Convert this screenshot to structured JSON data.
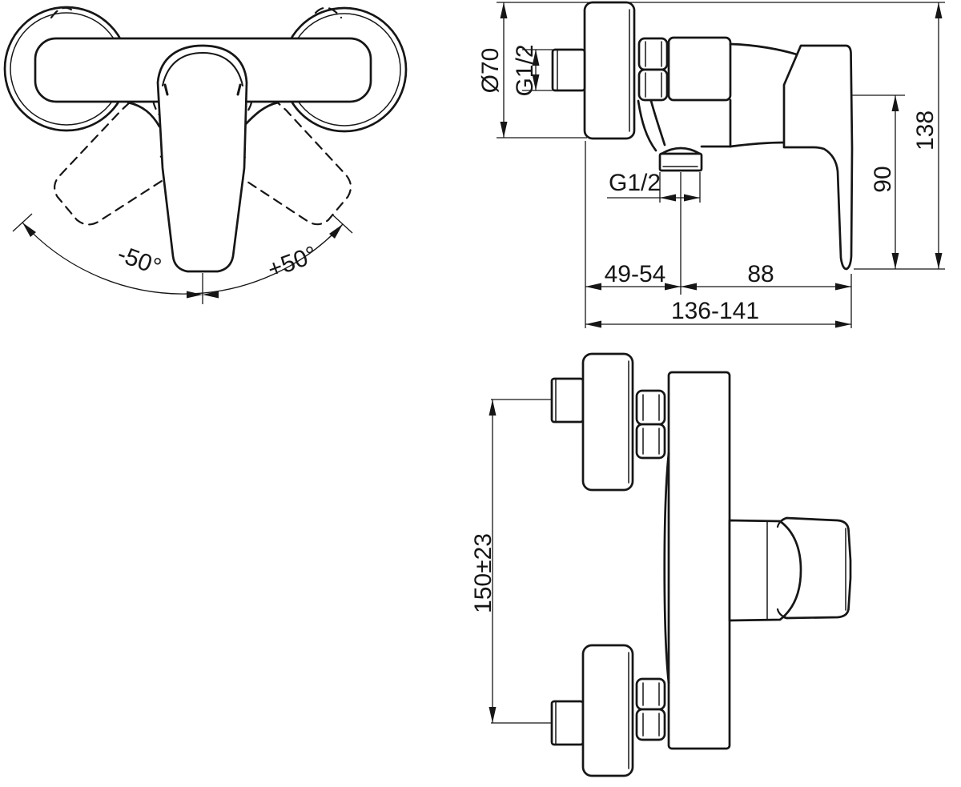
{
  "drawing": {
    "accent_color": "#161616",
    "background_color": "#ffffff",
    "front_view": {
      "angle_left": "-50°",
      "angle_right": "+50°"
    },
    "side_view": {
      "escutcheon_diameter": "Ø70",
      "inlet_thread": "G1/2",
      "outlet_thread": "G1/2",
      "total_height": "138",
      "handle_drop": "90",
      "wall_to_outlet": "49-54",
      "outlet_to_handle_tip": "88",
      "total_depth": "136-141"
    },
    "top_view": {
      "connection_spacing": "150±23"
    }
  }
}
